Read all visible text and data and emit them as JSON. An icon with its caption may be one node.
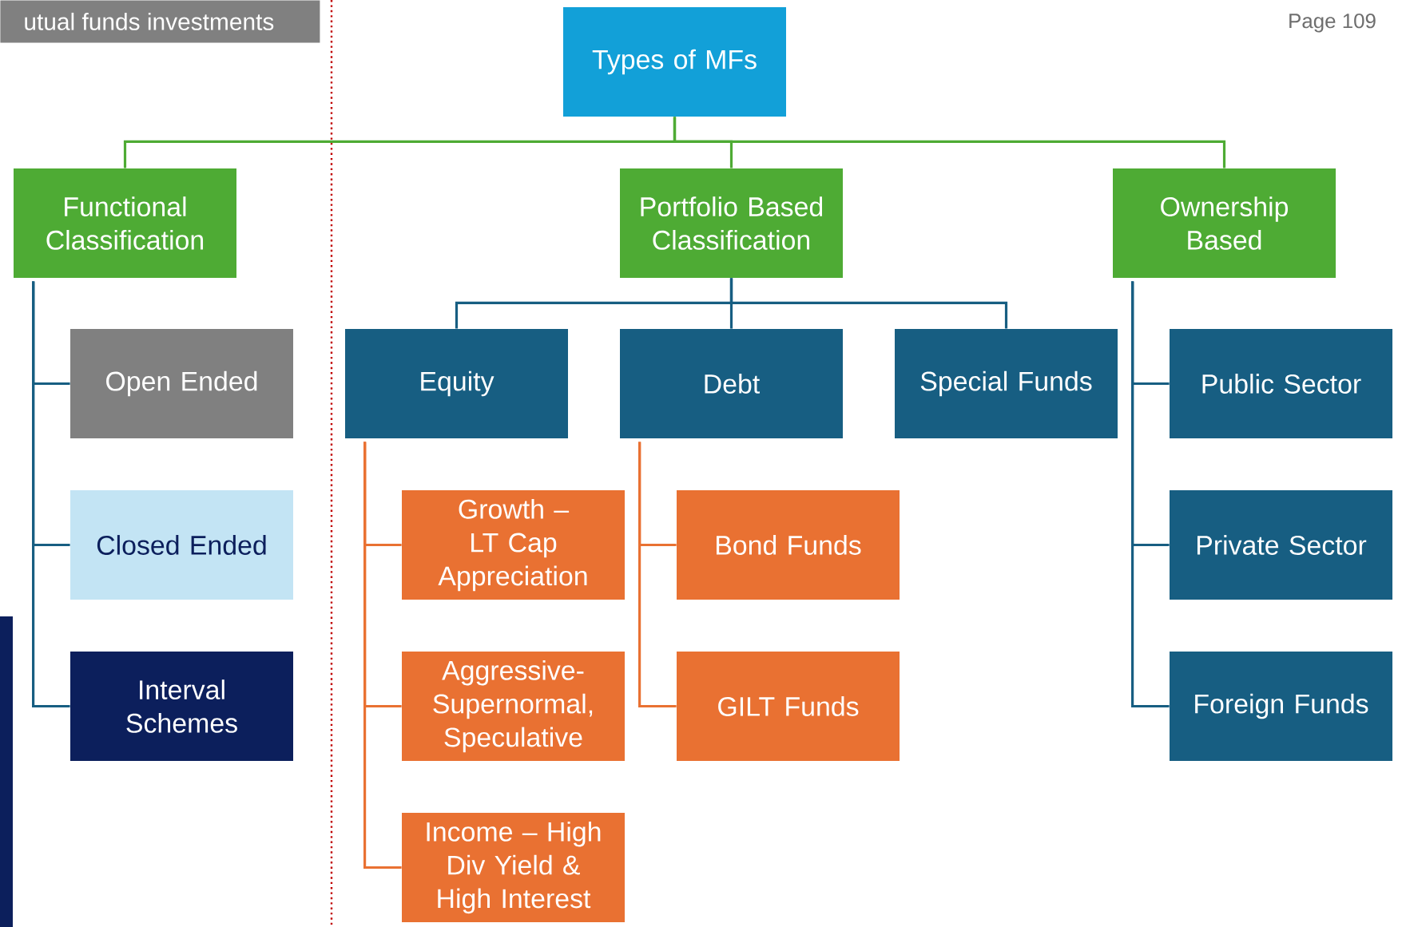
{
  "diagram": {
    "nodes": [
      {
        "text": [
          "Types of MFs"
        ]
      },
      {
        "text": [
          "Functional Classification"
        ]
      },
      {
        "text": [
          "Portfolio Based Classification"
        ]
      },
      {
        "text": [
          "Ownership Based"
        ]
      },
      {
        "text": [
          "Open Ended"
        ]
      },
      {
        "text": [
          "Closed Ended"
        ]
      },
      {
        "text": [
          "Interval Schemes"
        ]
      },
      {
        "text": [
          "Equity"
        ]
      },
      {
        "text": [
          "Debt"
        ]
      },
      {
        "text": [
          "Special Funds"
        ]
      },
      {
        "text": [
          "Growth – LT Cap Appreciation"
        ]
      },
      {
        "text": [
          "Aggressive-Supernormal, Speculative"
        ]
      },
      {
        "text": [
          "Income – High Div Yield & High Interest"
        ]
      },
      {
        "text": [
          "Bond Funds"
        ]
      },
      {
        "text": [
          "GILT Funds"
        ]
      },
      {
        "text": [
          "Public Sector"
        ]
      },
      {
        "text": [
          "Private Sector"
        ]
      },
      {
        "text": [
          "Foreign Funds"
        ]
      },
      {
        "text": [],
        "shape": "bar"
      }
    ],
    "edges": [
      {
        "from": 0,
        "to": 1,
        "arrow": "none",
        "color": "#4eab34"
      },
      {
        "from": 0,
        "to": 2,
        "arrow": "none",
        "color": "#4eab34"
      },
      {
        "from": 0,
        "to": 3,
        "arrow": "none",
        "color": "#4eab34"
      },
      {
        "from": 1,
        "to": 4,
        "arrow": "none"
      },
      {
        "from": 1,
        "to": 5,
        "arrow": "none"
      },
      {
        "from": 1,
        "to": 6,
        "arrow": "none"
      },
      {
        "from": 2,
        "to": 7,
        "arrow": "none"
      },
      {
        "from": 2,
        "to": 8,
        "arrow": "none"
      },
      {
        "from": 2,
        "to": 9,
        "arrow": "none"
      },
      {
        "from": 7,
        "to": 10,
        "arrow": "none",
        "color": "#e97132"
      },
      {
        "from": 7,
        "to": 11,
        "arrow": "none",
        "color": "#e97132"
      },
      {
        "from": 7,
        "to": 12,
        "arrow": "none",
        "color": "#e97132"
      },
      {
        "from": 8,
        "to": 13,
        "arrow": "none",
        "color": "#e97132"
      },
      {
        "from": 8,
        "to": 14,
        "arrow": "none",
        "color": "#e97132"
      },
      {
        "from": 3,
        "to": 15,
        "arrow": "none"
      },
      {
        "from": 3,
        "to": 16,
        "arrow": "none"
      },
      {
        "from": 3,
        "to": 17,
        "arrow": "none"
      }
    ],
    "labels": [
      "utual funds investments",
      "Page 109"
    ]
  }
}
